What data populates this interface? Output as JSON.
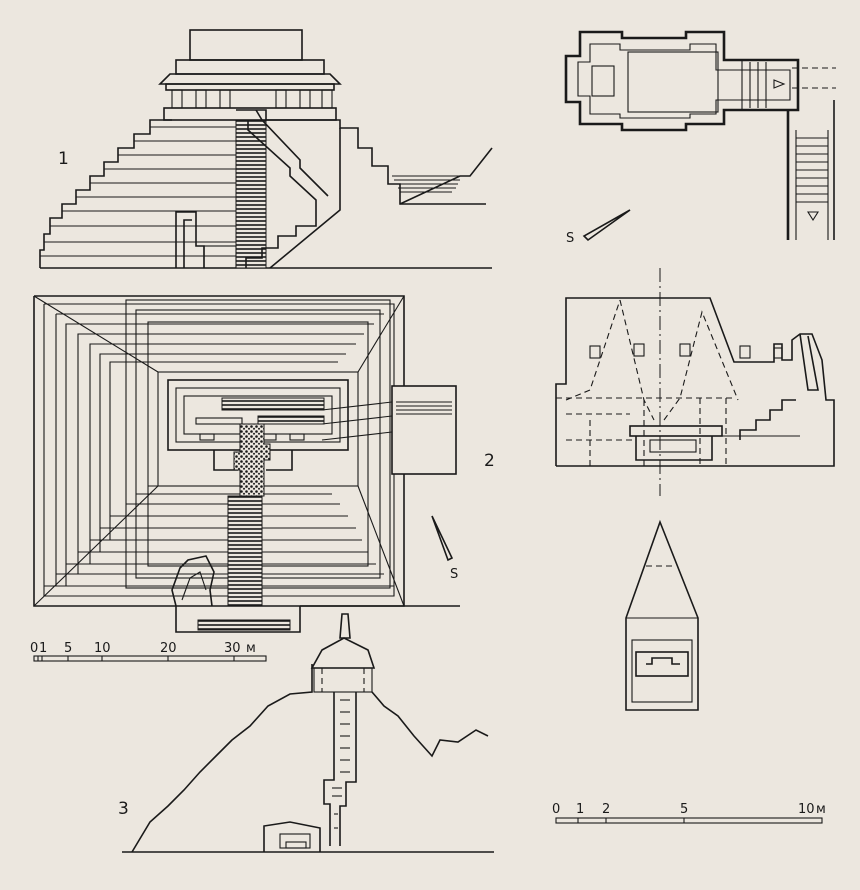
{
  "figure_labels": {
    "one": "1",
    "two": "2",
    "three": "3"
  },
  "scale_large": {
    "ticks": [
      "0",
      "1",
      "5",
      "10",
      "20",
      "30"
    ],
    "unit": "м"
  },
  "scale_small": {
    "ticks": [
      "0",
      "1",
      "2",
      "5",
      "10"
    ],
    "unit": "м"
  },
  "north_symbol": "S"
}
